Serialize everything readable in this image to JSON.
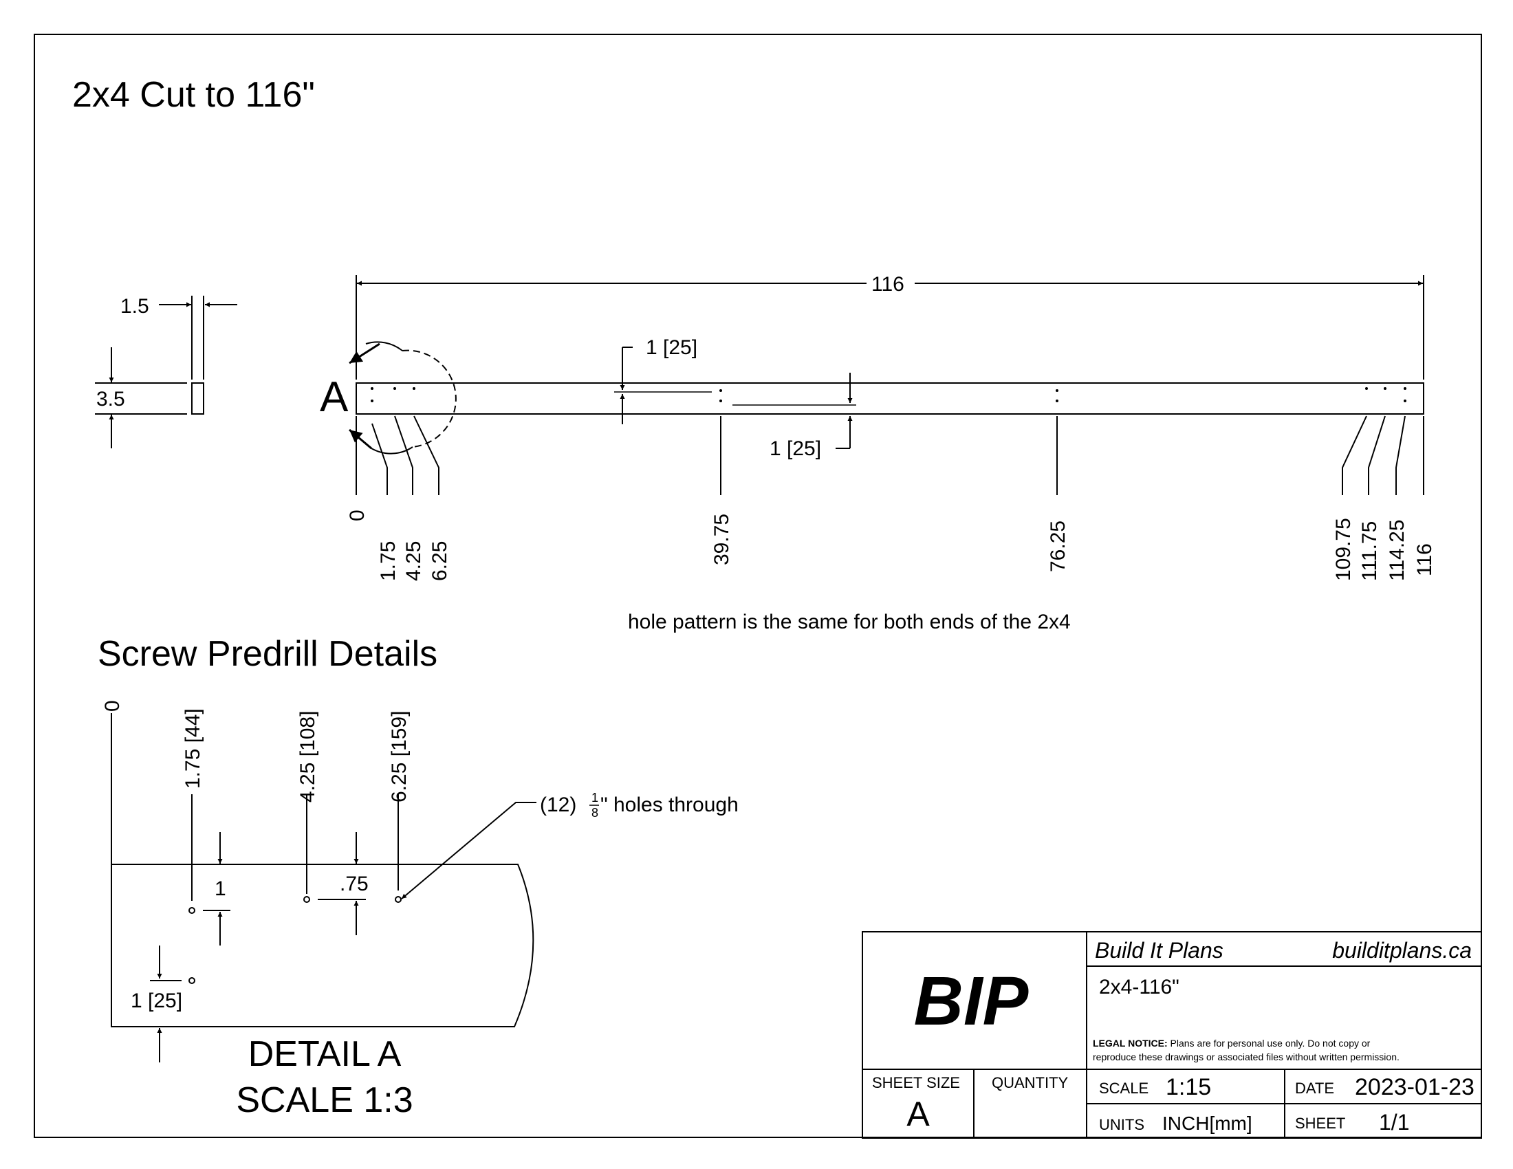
{
  "titles": {
    "main": "2x4 Cut to 116\"",
    "predrill": "Screw Predrill Details",
    "note": "hole pattern is the same for both ends of the 2x4"
  },
  "section_view": {
    "width_label": "1.5",
    "height_label": "3.5"
  },
  "main_view": {
    "overall_length": "116",
    "detail_marker": "A",
    "edge_offset_top": "1 [25]",
    "edge_offset_bottom": "1 [25]",
    "hole_positions": [
      "0",
      "1.75",
      "4.25",
      "6.25",
      "39.75",
      "76.25",
      "109.75",
      "111.75",
      "114.25",
      "116"
    ]
  },
  "detail": {
    "positions": [
      "0",
      "1.75 [44]",
      "4.25 [108]",
      "6.25 [159]"
    ],
    "dim_one": "1",
    "dim_spacing": ".75",
    "dim_edge": "1 [25]",
    "callout_prefix": "(12)",
    "fraction_num": "1",
    "fraction_den": "8",
    "callout_suffix": "\" holes through",
    "title_line1": "DETAIL A",
    "title_line2": "SCALE 1:3"
  },
  "title_block": {
    "logo": "BIP",
    "company": "Build It Plans",
    "website": "builditplans.ca",
    "part_name": "2x4-116\"",
    "legal_label": "LEGAL NOTICE:",
    "legal_text_1": " Plans are for personal use only. Do not copy or",
    "legal_text_2": "reproduce these drawings or associated files without written permission.",
    "sheet_size_label": "SHEET SIZE",
    "sheet_size": "A",
    "quantity_label": "QUANTITY",
    "scale_label": "SCALE",
    "scale": "1:15",
    "date_label": "DATE",
    "date": "2023-01-23",
    "units_label": "UNITS",
    "units": "INCH[mm]",
    "sheet_label": "SHEET",
    "sheet": "1/1"
  }
}
